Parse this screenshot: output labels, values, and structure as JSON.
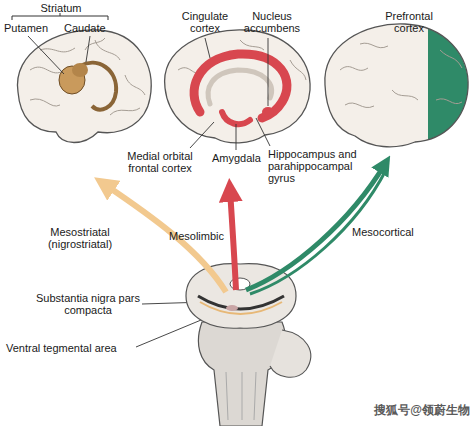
{
  "diagram": {
    "labels": [
      "Striatum",
      "Putamen",
      "Caudate",
      "Cingulate cortex",
      "Nucleus accumbens",
      "Prefrontal cortex",
      "Medial orbital frontal cortex",
      "Amygdala",
      "Hippocampus and parahippocampal gyrus",
      "Mesostriatal (nigrostriatal)",
      "Mesolimbic",
      "Mesocortical",
      "Substantia nigra pars compacta",
      "Ventral tegmental area",
      "搜狐号@领蔚生物"
    ]
  }
}
